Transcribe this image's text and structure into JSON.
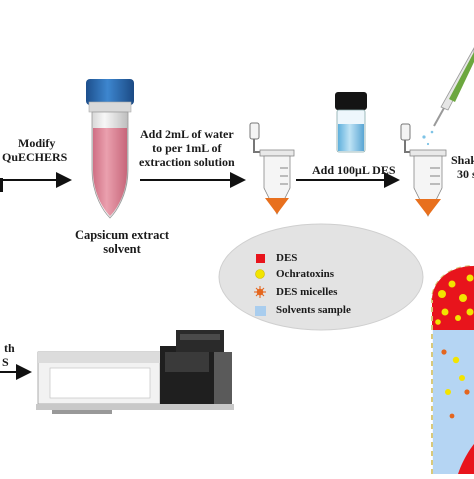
{
  "steps": {
    "step1_line1": "Modify",
    "step1_line2": "QuECHERS",
    "step2_line1": "Add 2mL of water",
    "step2_line2": "to per 1mL of",
    "step2_line3": "extraction solution",
    "step3": "Add 100μL DES",
    "step4_line1": "Shak",
    "step4_line2": "30 s",
    "bottom_left_line1": "th",
    "bottom_left_line2": "S"
  },
  "tube_caption": {
    "line1": "Capsicum extract",
    "line2": "solvent"
  },
  "legend": {
    "items": [
      {
        "label": "DES",
        "color": "#e8141c",
        "icon": "red-square-icon"
      },
      {
        "label": "Ochratoxins",
        "color": "#f2e400",
        "icon": "yellow-dot-icon"
      },
      {
        "label": "DES micelles",
        "color": "#e4661e",
        "icon": "micelle-icon"
      },
      {
        "label": "Solvents sample",
        "color": "#a9cdee",
        "icon": "blue-square-icon"
      }
    ]
  },
  "colors": {
    "tube_liquid": "#e58fa0",
    "cap_blue": "#2c6fb4",
    "des_orange": "#e8701e",
    "vial_liquid": "#7ec3e6",
    "legend_bg": "#e3e3e3",
    "zoom_frame": "#e8141c"
  }
}
